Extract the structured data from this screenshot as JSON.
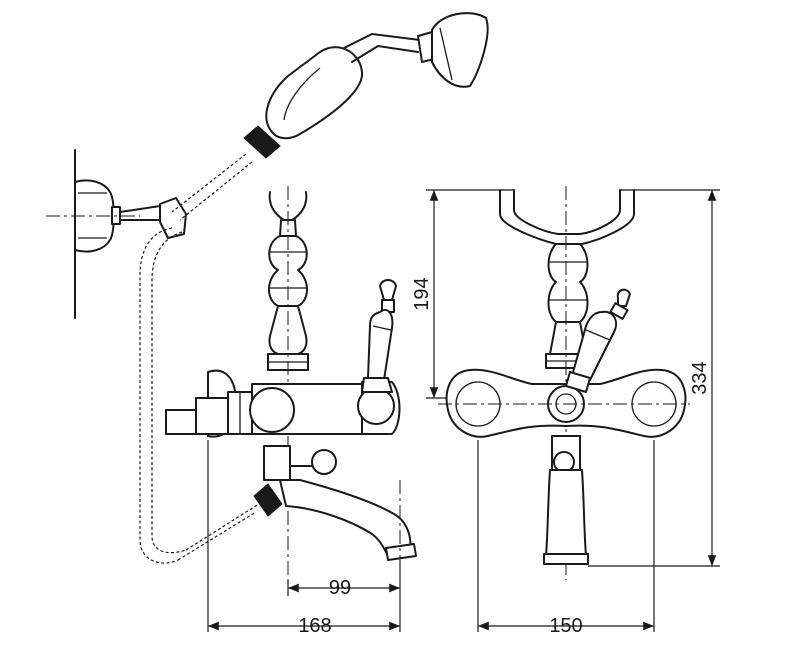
{
  "dimensions": {
    "spout_reach": "99",
    "total_depth": "168",
    "centers": "150",
    "handle_height": "194",
    "overall_height": "334"
  }
}
